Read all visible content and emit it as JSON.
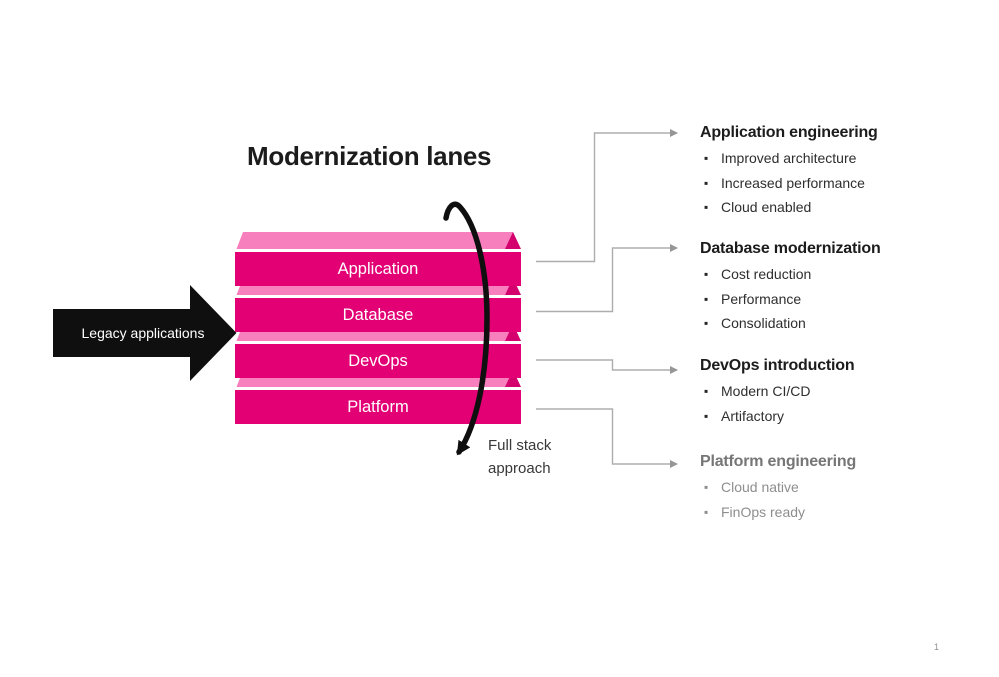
{
  "theme": {
    "magenta": "#E20074",
    "pink-top": "#F77FBD",
    "pink-bevel": "#D4006E",
    "arrow-black": "#0F0F0F",
    "connector-gray": "#ADADAD",
    "connector-head": "#969696",
    "heading-dark": "#1C1C1C",
    "body-dark": "#2E2E2E",
    "muted-heading": "#767676",
    "muted-body": "#8E8E8E"
  },
  "ui": {
    "bullet_char": "▪"
  },
  "title": "Modernization lanes",
  "legacy_arrow_label": "Legacy applications",
  "stack": {
    "layers": [
      "Application",
      "Database",
      "DevOps",
      "Platform"
    ]
  },
  "full_stack_note": {
    "line1": "Full stack",
    "line2": "approach"
  },
  "sections": [
    {
      "heading": "Application engineering",
      "muted": false,
      "bullets": [
        "Improved architecture",
        "Increased performance",
        "Cloud enabled"
      ]
    },
    {
      "heading": "Database modernization",
      "muted": false,
      "bullets": [
        "Cost reduction",
        "Performance",
        "Consolidation"
      ]
    },
    {
      "heading": "DevOps introduction",
      "muted": false,
      "bullets": [
        "Modern CI/CD",
        "Artifactory"
      ]
    },
    {
      "heading": "Platform engineering",
      "muted": true,
      "bullets": [
        "Cloud native",
        "FinOps ready"
      ]
    }
  ],
  "page_number": "1"
}
